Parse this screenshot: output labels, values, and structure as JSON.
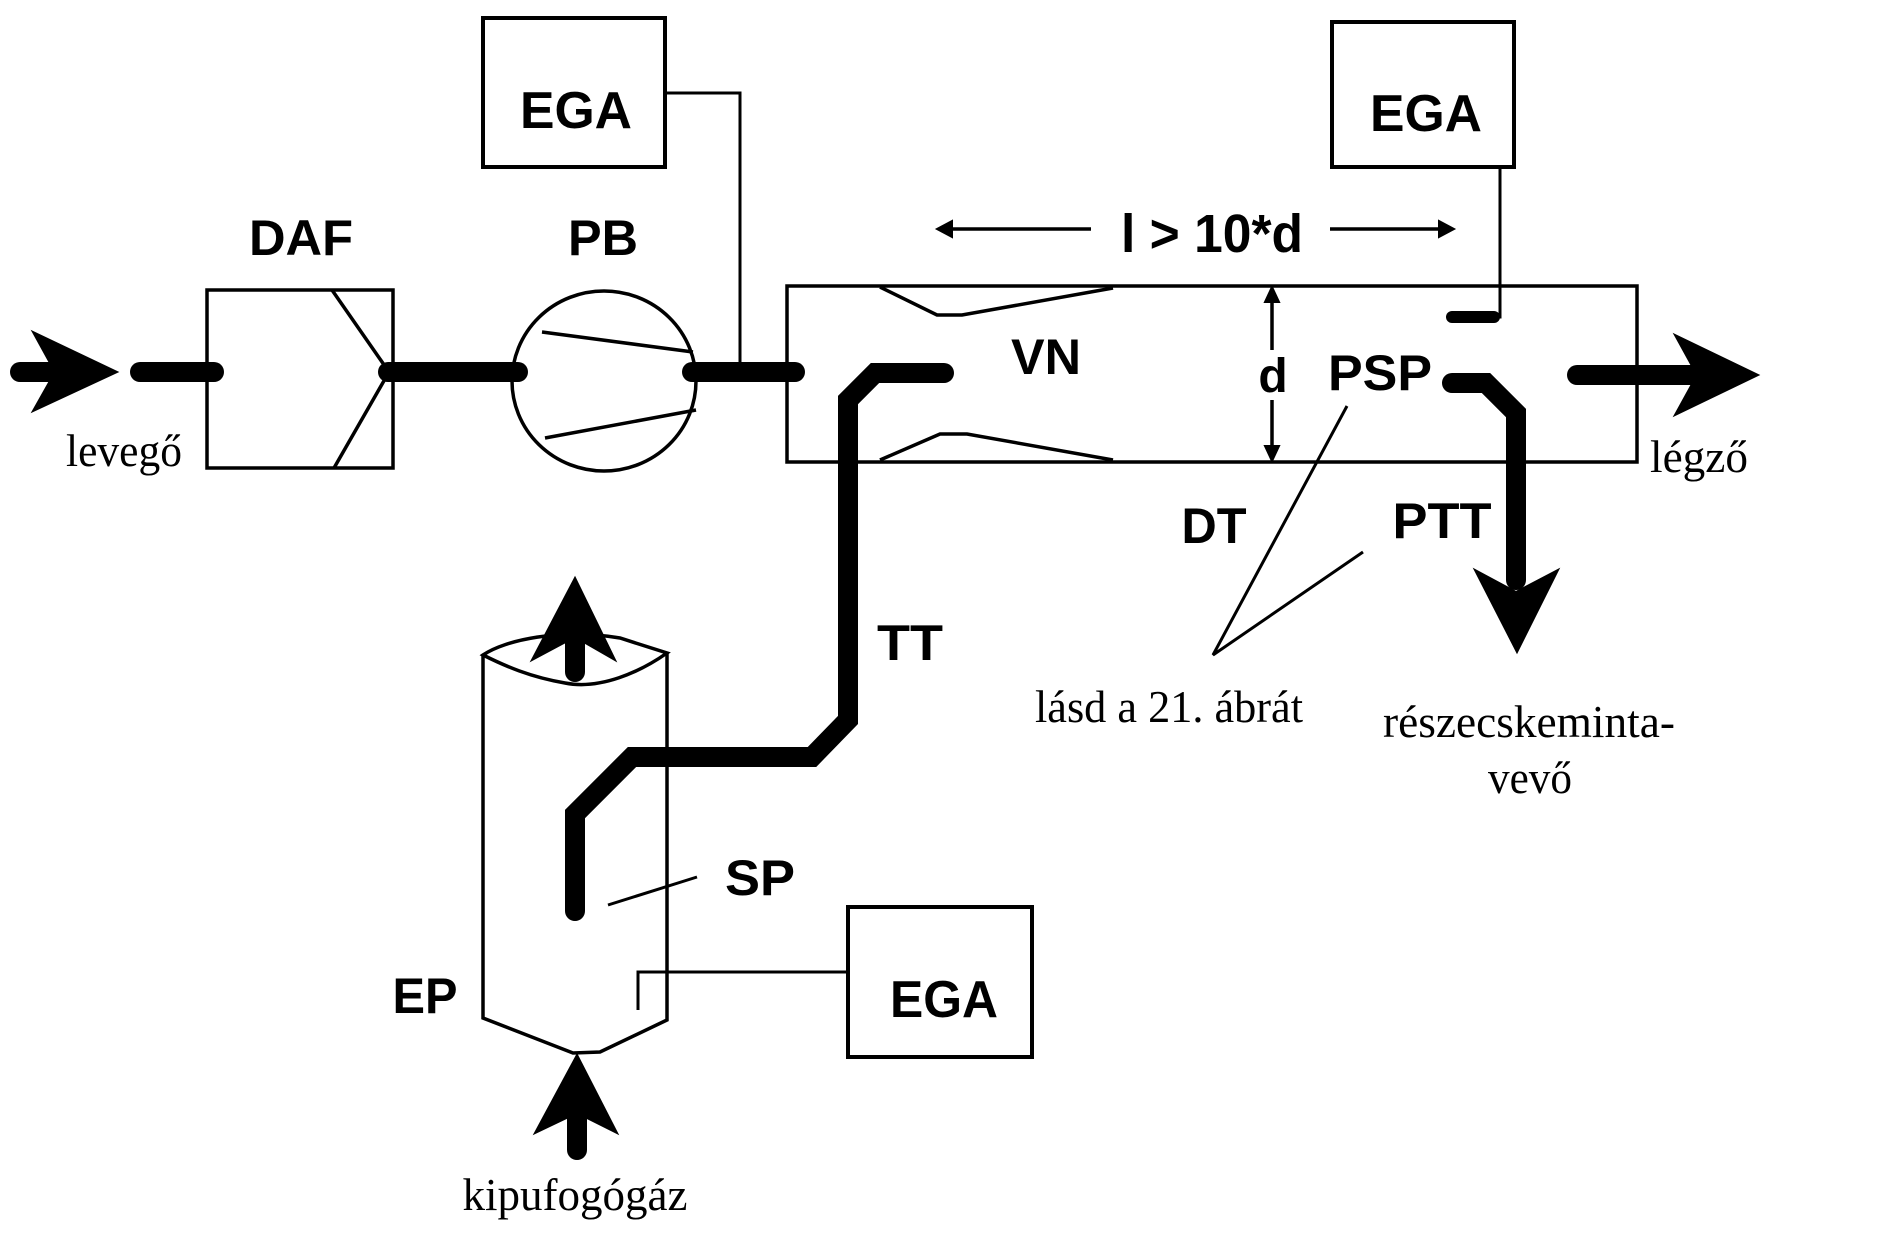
{
  "diagram": {
    "title": "Partial-flow dilution system schematic",
    "components": {
      "daf": {
        "label": "DAF"
      },
      "pb": {
        "label": "PB"
      },
      "ega_top_left": {
        "label": "EGA"
      },
      "ega_top_right": {
        "label": "EGA"
      },
      "ega_bottom": {
        "label": "EGA"
      },
      "dilution_tunnel": {
        "label": "DT"
      },
      "venturi": {
        "label": "VN"
      },
      "diameter": {
        "label": "d"
      },
      "length_rule": {
        "label": "l > 10*d"
      },
      "psp": {
        "label": "PSP"
      },
      "ptt": {
        "label": "PTT"
      },
      "transfer_tube": {
        "label": "TT"
      },
      "sampling_probe": {
        "label": "SP"
      },
      "exhaust_pipe": {
        "label": "EP"
      }
    },
    "flows": {
      "inlet_air": "levegő",
      "vent": "légző",
      "exhaust_gas": "kipufogógáz"
    },
    "notes": {
      "see_figure": "lásd a 21. ábrát",
      "particle_sampler_line1": "részecskeminta-",
      "particle_sampler_line2": "vevő"
    }
  }
}
